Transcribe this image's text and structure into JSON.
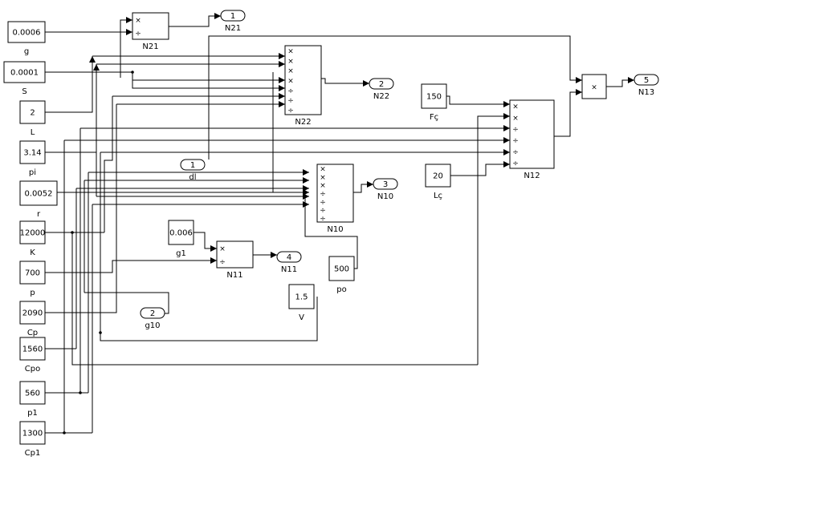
{
  "constants": [
    {
      "id": "g",
      "value": "0.0006",
      "label": "g"
    },
    {
      "id": "S",
      "value": "0.0001",
      "label": "S"
    },
    {
      "id": "L",
      "value": "2",
      "label": "L"
    },
    {
      "id": "pi",
      "value": "3.14",
      "label": "pi"
    },
    {
      "id": "r",
      "value": "0.0052",
      "label": "r"
    },
    {
      "id": "K",
      "value": "12000",
      "label": "K"
    },
    {
      "id": "p",
      "value": "700",
      "label": "p"
    },
    {
      "id": "Cp",
      "value": "2090",
      "label": "Cp"
    },
    {
      "id": "Cpo",
      "value": "1560",
      "label": "Cpo"
    },
    {
      "id": "p1",
      "value": "560",
      "label": "p1"
    },
    {
      "id": "Cp1",
      "value": "1300",
      "label": "Cp1"
    },
    {
      "id": "g1",
      "value": "0.006",
      "label": "g1"
    },
    {
      "id": "po",
      "value": "500",
      "label": "po"
    },
    {
      "id": "V",
      "value": "1.5",
      "label": "V"
    },
    {
      "id": "Fc",
      "value": "150",
      "label": "Fç"
    },
    {
      "id": "Lc",
      "value": "20",
      "label": "Lç"
    }
  ],
  "product_blocks": [
    {
      "id": "N21",
      "label": "N21",
      "signs": [
        "×",
        "÷"
      ]
    },
    {
      "id": "N22",
      "label": "N22",
      "signs": [
        "×",
        "×",
        "×",
        "×",
        "÷",
        "÷",
        "÷"
      ]
    },
    {
      "id": "N10",
      "label": "N10",
      "signs": [
        "×",
        "×",
        "×",
        "÷",
        "÷",
        "÷",
        "÷"
      ]
    },
    {
      "id": "N11",
      "label": "N11",
      "signs": [
        "×",
        "÷"
      ]
    },
    {
      "id": "N12",
      "label": "N12",
      "signs": [
        "×",
        "×",
        "÷",
        "÷",
        "÷",
        "÷"
      ]
    },
    {
      "id": "N13",
      "label": "",
      "signs": [
        "×"
      ]
    }
  ],
  "inports": [
    {
      "id": "dl",
      "number": "1",
      "label": "dl"
    },
    {
      "id": "g10",
      "number": "2",
      "label": "g10"
    }
  ],
  "outports": [
    {
      "id": "out-N21",
      "number": "1",
      "label": "N21"
    },
    {
      "id": "out-N22",
      "number": "2",
      "label": "N22"
    },
    {
      "id": "out-N10",
      "number": "3",
      "label": "N10"
    },
    {
      "id": "out-N11",
      "number": "4",
      "label": "N11"
    },
    {
      "id": "out-N13",
      "number": "5",
      "label": "N13"
    }
  ]
}
